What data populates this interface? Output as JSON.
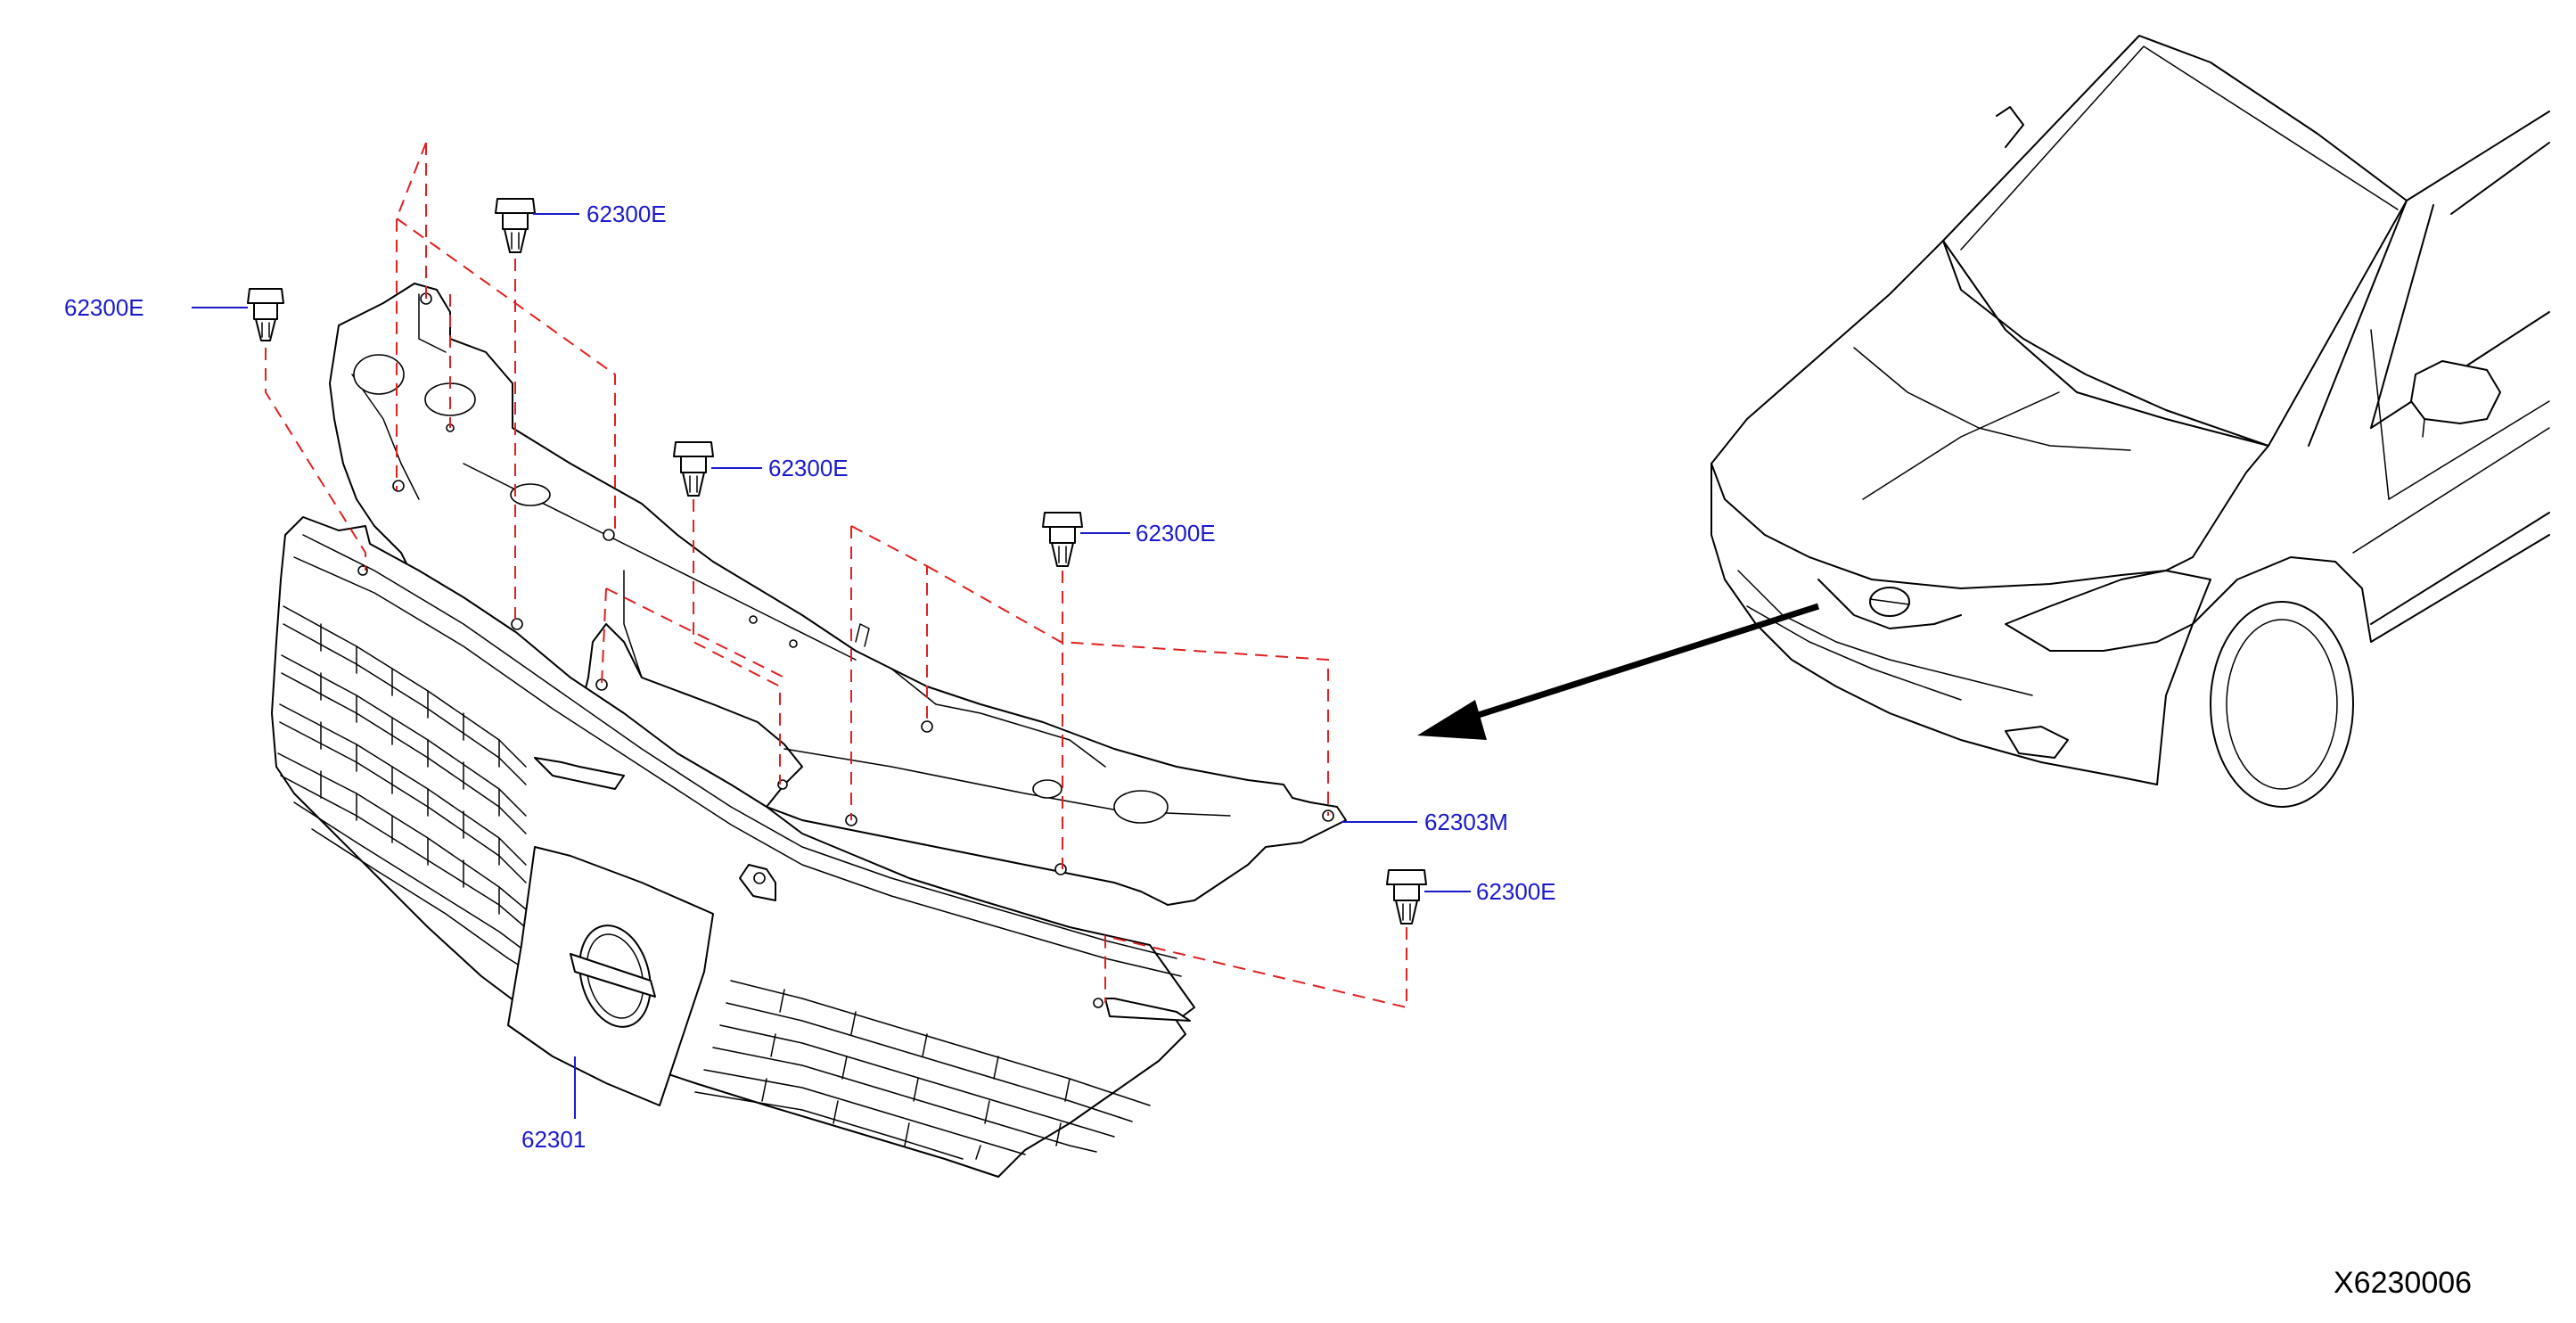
{
  "labels": {
    "clip_top": "62300E",
    "clip_left": "62300E",
    "clip_mid": "62300E",
    "clip_center_right": "62300E",
    "clip_bottom_right": "62300E",
    "bracket": "62303M",
    "grille": "62301"
  },
  "reference_code": "X6230006",
  "colors": {
    "label_text": "#1a1acc",
    "leader_line": "#1a1acc",
    "dashed_guide": "#e02020",
    "line_art": "#000000"
  }
}
